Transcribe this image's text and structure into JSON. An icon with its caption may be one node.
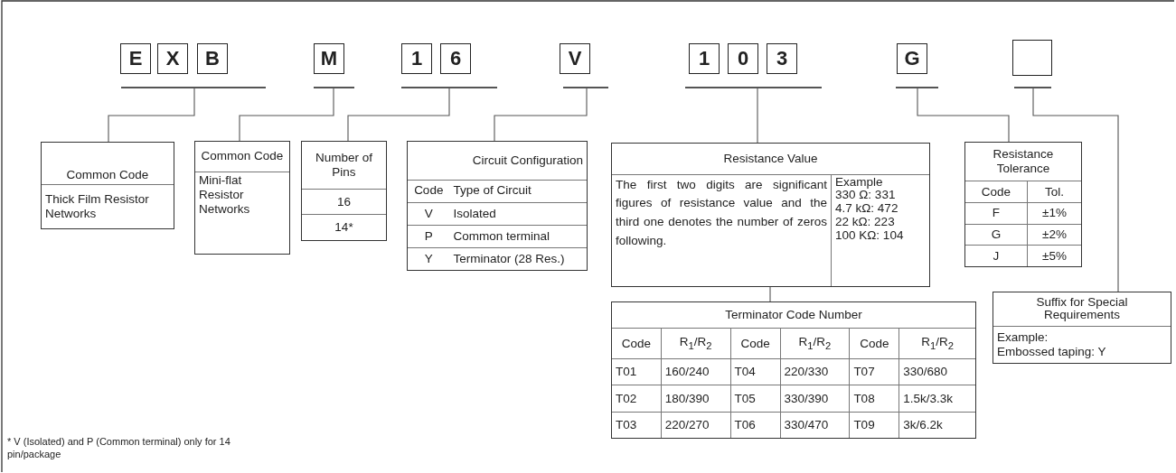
{
  "diagram": {
    "nodes": [
      {
        "text": [
          "E"
        ]
      },
      {
        "text": [
          "X"
        ]
      },
      {
        "text": [
          "B"
        ]
      },
      {
        "text": [
          "M"
        ]
      },
      {
        "text": [
          "1"
        ]
      },
      {
        "text": [
          "6"
        ]
      },
      {
        "text": [
          "V"
        ]
      },
      {
        "text": [
          "1"
        ]
      },
      {
        "text": [
          "0"
        ]
      },
      {
        "text": [
          "3"
        ]
      },
      {
        "text": [
          "G"
        ]
      },
      {
        "text": [],
        "shape": "box"
      },
      {
        "text": [],
        "shape": "bar"
      },
      {
        "text": [],
        "shape": "bar"
      },
      {
        "text": [],
        "shape": "bar"
      },
      {
        "text": [],
        "shape": "bar"
      },
      {
        "text": [],
        "shape": "bar"
      },
      {
        "text": [],
        "shape": "bar"
      },
      {
        "text": [],
        "shape": "bar"
      },
      {
        "text": [
          "Common Code",
          "Thick Film Resistor Networks"
        ]
      },
      {
        "text": [
          "Common Code",
          "Mini-flat Resistor Networks"
        ]
      },
      {
        "text": [
          "Number of Pins",
          "16",
          "14*"
        ]
      },
      {
        "text": [
          "Circuit Configuration",
          "Code",
          "Type of Circuit",
          "V",
          "Isolated",
          "P",
          "Common terminal",
          "Y",
          "Terminator (28 Res.)"
        ]
      },
      {
        "text": [
          "Resistance Value",
          "The first two digits are significant figures of resistance value and the third one denotes the number of zeros following.",
          "Example",
          "330 Ω: 331",
          "4.7 kΩ: 472",
          "22 kΩ: 223",
          "100 KΩ: 104"
        ]
      },
      {
        "text": [
          "Resistance Tolerance",
          "Code",
          "Tol.",
          "F",
          "±1%",
          "G",
          "±2%",
          "J",
          "±5%"
        ]
      },
      {
        "text": [
          "Terminator Code Number",
          "Code",
          "R$_{1}$/R$_{2}$",
          "Code",
          "R$_{1}$/R$_{2}$",
          "Code",
          "R$_{1}$/R$_{2}$",
          "T01",
          "160/240",
          "T04",
          "220/330",
          "T07",
          "330/680",
          "T02",
          "180/390",
          "T05",
          "330/390",
          "T08",
          "1.5k/3.3k",
          "T03",
          "220/270",
          "T06",
          "330/470",
          "T09",
          "3k/6.2k"
        ]
      },
      {
        "text": [
          "Suffix for Special Requirements",
          "Example:",
          "Embossed taping: Y"
        ]
      }
    ],
    "edges": [
      {
        "from": 12,
        "to": 19,
        "arrow": "none"
      },
      {
        "from": 13,
        "to": 20,
        "arrow": "none"
      },
      {
        "from": 14,
        "to": 21,
        "arrow": "none"
      },
      {
        "from": 15,
        "to": 22,
        "arrow": "none"
      },
      {
        "from": 16,
        "to": 23,
        "arrow": "none"
      },
      {
        "from": 23,
        "to": 25,
        "arrow": "none"
      },
      {
        "from": 17,
        "to": 24,
        "arrow": "none"
      },
      {
        "from": 18,
        "to": 26,
        "arrow": "none"
      }
    ],
    "labels": [
      "* V (Isolated) and P (Common terminal) only for 14 pin/package"
    ]
  }
}
